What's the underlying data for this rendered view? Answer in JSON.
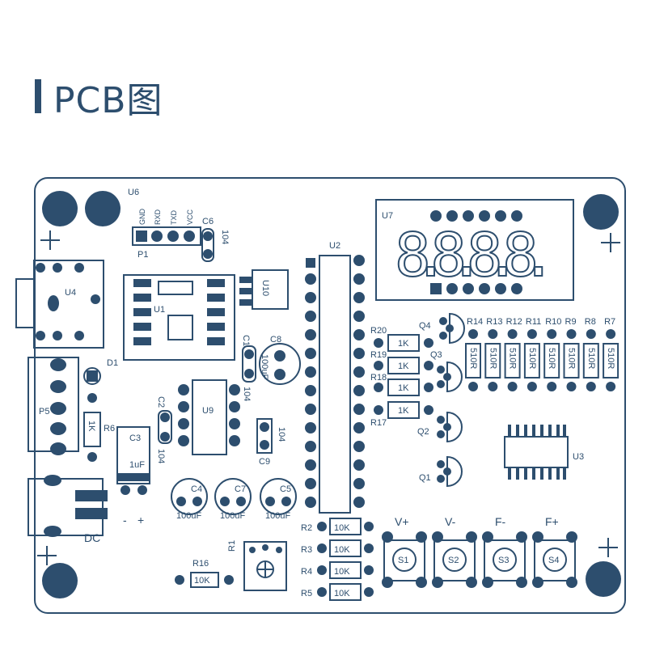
{
  "page": {
    "title": "PCB图"
  },
  "colors": {
    "trace": "#2d4e6e",
    "board_bg": "#ffffff",
    "hole_fill": "#2d4e6e"
  },
  "board": {
    "designators": {
      "u6": "U6",
      "u4": "U4",
      "u1": "U1",
      "u10": "U10",
      "u2": "U2",
      "u7": "U7",
      "u9": "U9",
      "u3": "U3",
      "p1": "P1",
      "p5": "P5",
      "d1": "D1",
      "c6": "C6",
      "c1": "C1",
      "c8": "C8",
      "c2": "C2",
      "c3": "C3",
      "c9": "C9",
      "c4": "C4",
      "c7": "C7",
      "c5": "C5",
      "r6": "R6",
      "r16": "R16",
      "r1": "R1",
      "q1": "Q1",
      "q2": "Q2",
      "q3": "Q3",
      "q4": "Q4",
      "dc": "DC",
      "r20": "R20",
      "r19": "R19",
      "r18": "R18",
      "r17": "R17",
      "r2": "R2",
      "r3": "R3",
      "r4": "R4",
      "r5": "R5"
    },
    "p1_pins": [
      "GND",
      "RXD",
      "TXD",
      "VCC"
    ],
    "values": {
      "cap104": "104",
      "cap100uf": "100uF",
      "cap1uf": "1uF",
      "res1k": "1K",
      "res10k": "10K",
      "res510r": "510R"
    },
    "resistor_bank": [
      "R14",
      "R13",
      "R12",
      "R11",
      "R10",
      "R9",
      "R8",
      "R7"
    ],
    "buttons": [
      {
        "label": "V+",
        "switch": "S1"
      },
      {
        "label": "V-",
        "switch": "S2"
      },
      {
        "label": "F-",
        "switch": "S3"
      },
      {
        "label": "F+",
        "switch": "S4"
      }
    ],
    "power_signs": {
      "plus": "+",
      "minus": "-"
    },
    "display_digits": "8.8.8.8."
  }
}
